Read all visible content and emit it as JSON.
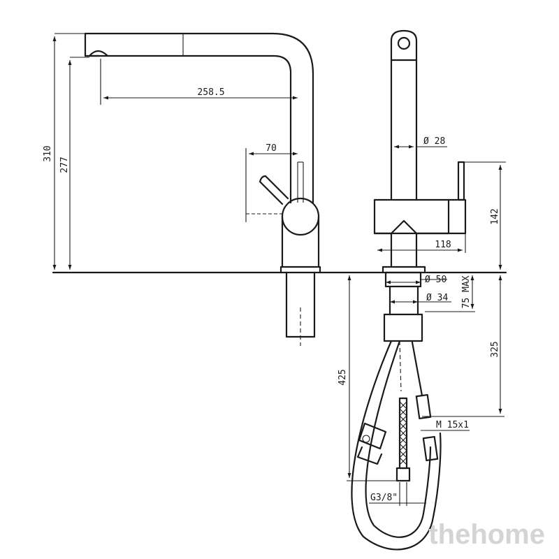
{
  "side_view": {
    "dims": {
      "height_total": "310",
      "height_spout": "277",
      "reach": "258.5",
      "handle_offset": "70"
    }
  },
  "front_view": {
    "dims": {
      "spout_diameter": "Ø 28",
      "body_height": "142",
      "body_width": "118",
      "base_diameter": "Ø 50",
      "shank_diameter": "Ø 34",
      "deck_thickness": "75 MAX",
      "hose_drop": "325",
      "hose_length": "425",
      "thread_outlet": "M 15x1",
      "thread_inlet": "G3/8\""
    }
  },
  "watermark": "thehome"
}
